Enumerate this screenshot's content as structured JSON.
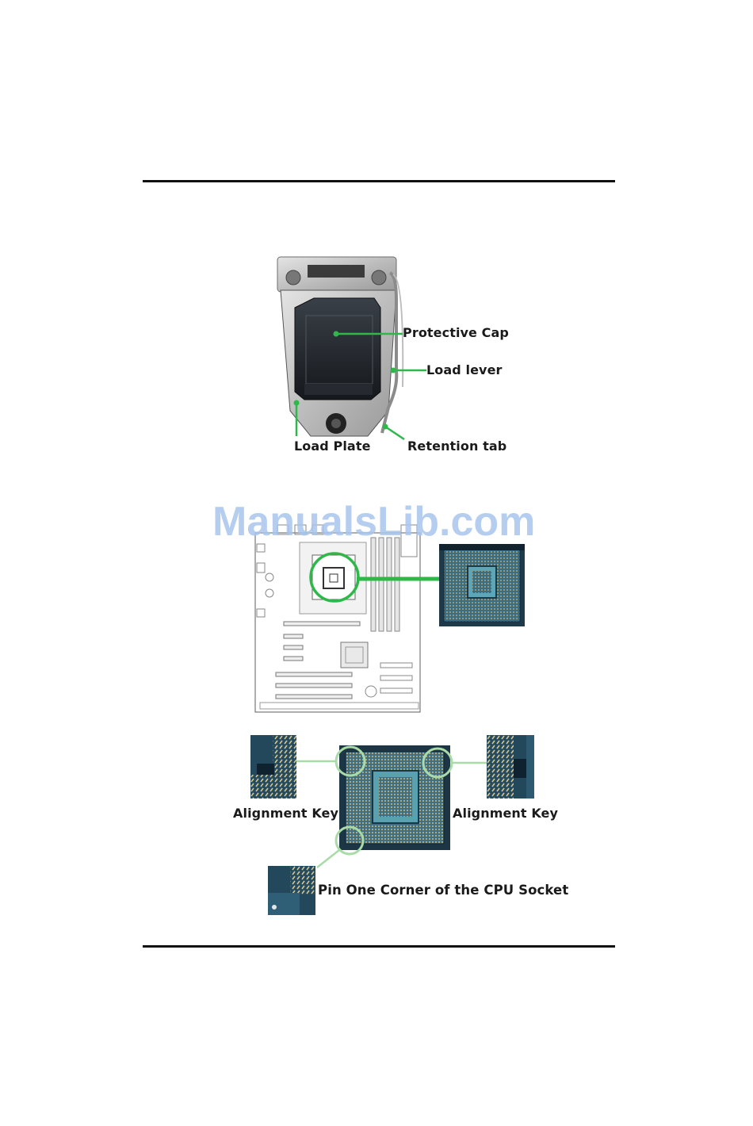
{
  "figure1": {
    "labels": {
      "protective_cap": "Protective Cap",
      "load_lever": "Load lever",
      "load_plate": "Load Plate",
      "retention_tab": "Retention tab"
    }
  },
  "watermark": "ManualsLib.com",
  "figure3": {
    "labels": {
      "alignment_key_left": "Alignment Key",
      "alignment_key_right": "Alignment Key",
      "pin_one": "Pin One Corner of the CPU Socket"
    }
  },
  "colors": {
    "callout_green": "#2fb84a",
    "callout_pale_green": "#a9dba9",
    "socket_blue": "#2f5f7a",
    "rule": "#111111"
  }
}
